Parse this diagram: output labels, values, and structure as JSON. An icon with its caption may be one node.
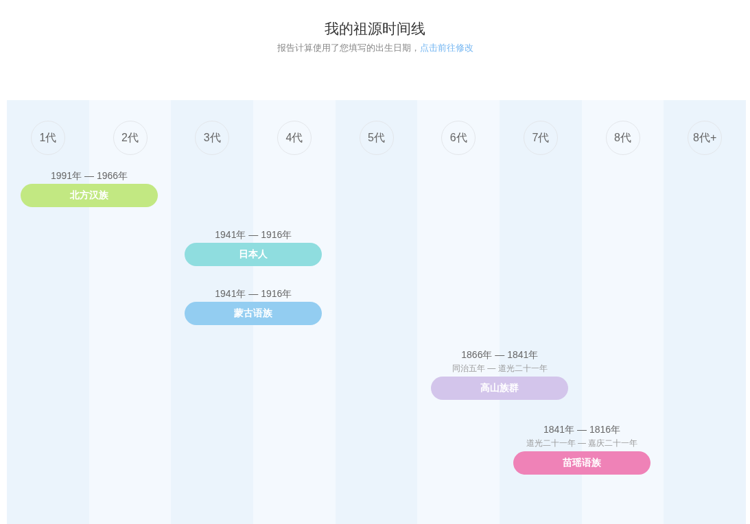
{
  "diagram": {
    "title": "我的祖源时间线",
    "labels": [
      "报告计算使用了您填写的出生日期，",
      "点击前往修改"
    ],
    "nodes": [
      {
        "text": [
          "1代"
        ]
      },
      {
        "text": [
          "2代"
        ]
      },
      {
        "text": [
          "3代"
        ]
      },
      {
        "text": [
          "4代"
        ]
      },
      {
        "text": [
          "5代"
        ]
      },
      {
        "text": [
          "6代"
        ]
      },
      {
        "text": [
          "7代"
        ]
      },
      {
        "text": [
          "8代"
        ]
      },
      {
        "text": [
          "8代+"
        ]
      },
      {
        "text": [
          "北方汉族"
        ],
        "beside": [
          "1991年 — 1966年"
        ]
      },
      {
        "text": [
          "日本人"
        ],
        "beside": [
          "1941年 — 1916年"
        ]
      },
      {
        "text": [
          "蒙古语族"
        ],
        "beside": [
          "1941年 — 1916年"
        ]
      },
      {
        "text": [
          "高山族群"
        ],
        "beside": [
          "1866年 — 1841年",
          "同治五年 — 道光二十一年"
        ]
      },
      {
        "text": [
          "苗瑶语族"
        ],
        "beside": [
          "1841年 — 1816年",
          "道光二十一年 — 嘉庆二十一年"
        ]
      }
    ]
  }
}
